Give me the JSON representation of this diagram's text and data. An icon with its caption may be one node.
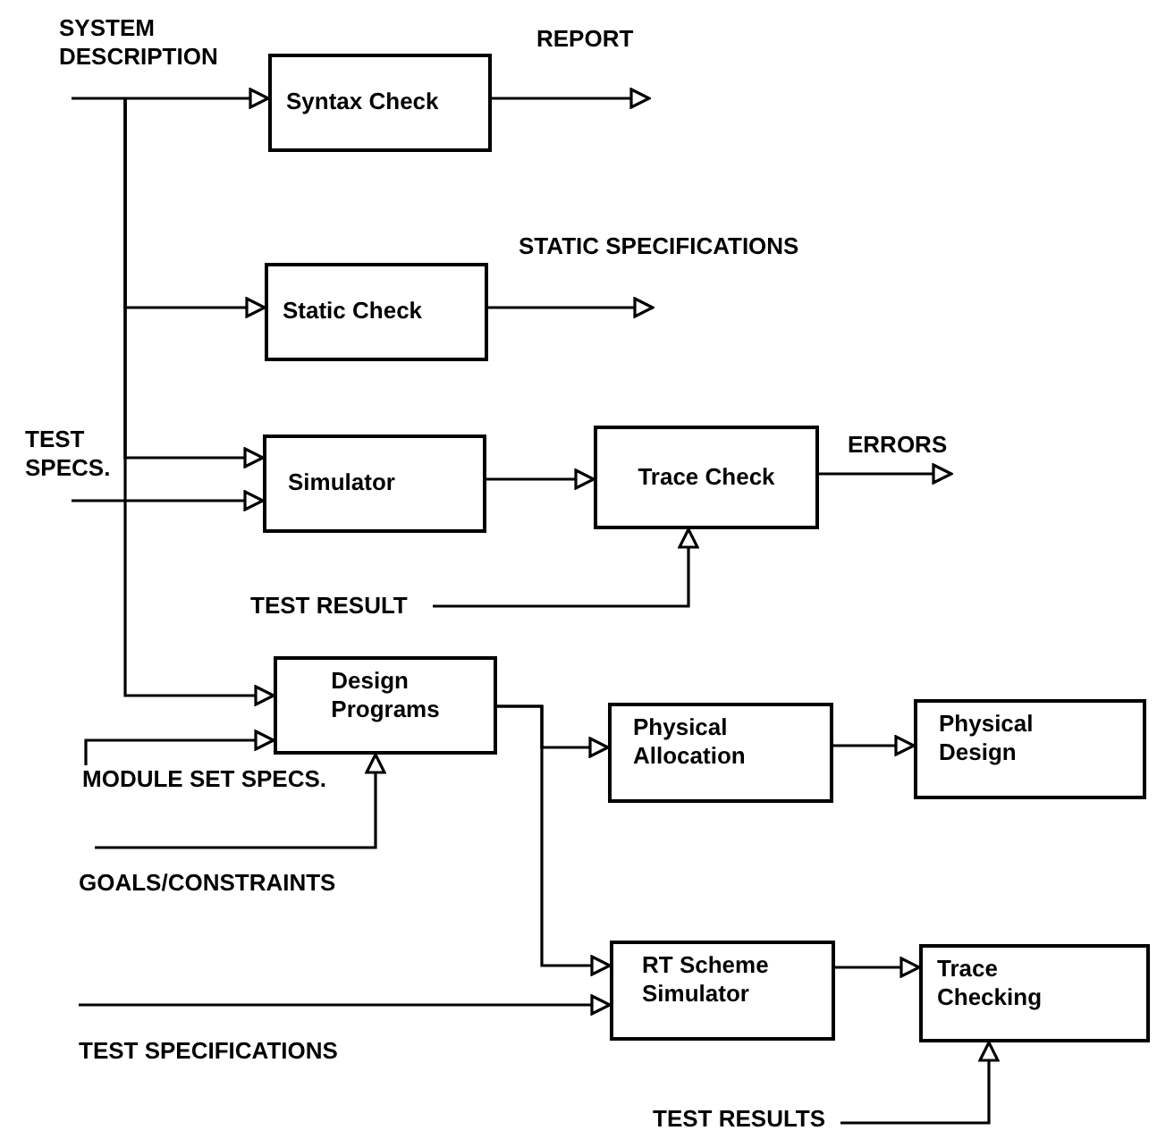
{
  "diagram": {
    "nodes": [
      {
        "text": [
          "SYSTEM DESCRIPTION"
        ]
      },
      {
        "text": [
          "Syntax Check"
        ]
      },
      {
        "text": [
          "Static Check"
        ]
      },
      {
        "text": [
          "TEST SPECS."
        ]
      },
      {
        "text": [
          "Simulator"
        ]
      },
      {
        "text": [
          "Trace Check"
        ]
      },
      {
        "text": [
          "TEST RESULT"
        ]
      },
      {
        "text": [
          "Design Programs"
        ]
      },
      {
        "text": [
          "MODULE SET SPECS."
        ]
      },
      {
        "text": [
          "GOALS/CONSTRAINTS"
        ]
      },
      {
        "text": [
          "Physical Allocation"
        ]
      },
      {
        "text": [
          "Physical Design"
        ]
      },
      {
        "text": [
          "TEST SPECIFICATIONS"
        ]
      },
      {
        "text": [
          "RT Scheme Simulator"
        ]
      },
      {
        "text": [
          "Trace Checking"
        ]
      },
      {
        "text": [
          "TEST RESULTS"
        ]
      }
    ],
    "edges": [
      {
        "from": 0,
        "to": 1,
        "arrow": "to"
      },
      {
        "from": 0,
        "to": 2,
        "arrow": "to"
      },
      {
        "from": 0,
        "to": 4,
        "arrow": "to"
      },
      {
        "from": 0,
        "to": 7,
        "arrow": "to"
      },
      {
        "from": 3,
        "to": 4,
        "arrow": "to"
      },
      {
        "from": 1,
        "to": null,
        "arrow": "to",
        "label": "REPORT"
      },
      {
        "from": 2,
        "to": null,
        "arrow": "to",
        "label": "STATIC SPECIFICATIONS"
      },
      {
        "from": 4,
        "to": 5,
        "arrow": "to"
      },
      {
        "from": 5,
        "to": null,
        "arrow": "to",
        "label": "ERRORS"
      },
      {
        "from": 6,
        "to": 5,
        "arrow": "to"
      },
      {
        "from": 8,
        "to": 7,
        "arrow": "to"
      },
      {
        "from": 9,
        "to": 7,
        "arrow": "to"
      },
      {
        "from": 7,
        "to": 10,
        "arrow": "to"
      },
      {
        "from": 7,
        "to": 13,
        "arrow": "to"
      },
      {
        "from": 12,
        "to": 13,
        "arrow": "to"
      },
      {
        "from": 13,
        "to": 14,
        "arrow": "to"
      },
      {
        "from": 10,
        "to": 11,
        "arrow": "to"
      },
      {
        "from": 15,
        "to": 14,
        "arrow": "to"
      }
    ]
  }
}
